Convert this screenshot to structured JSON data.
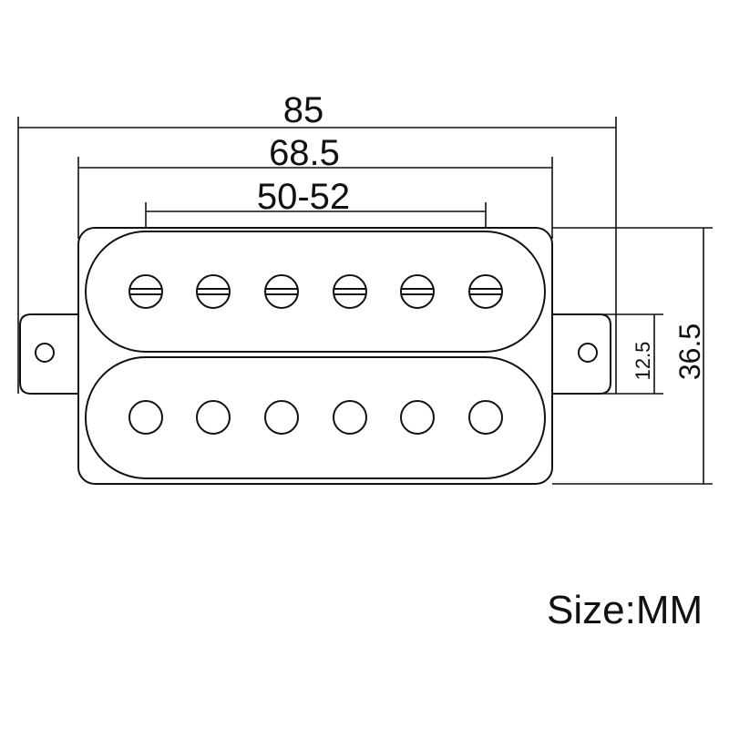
{
  "dimensions": {
    "overall_width": "85",
    "cover_width": "68.5",
    "pole_spacing": "50-52",
    "mount_height": "12.5",
    "overall_height": "36.5"
  },
  "units_label": "Size:MM",
  "colors": {
    "line": "#111111",
    "background": "#ffffff"
  }
}
